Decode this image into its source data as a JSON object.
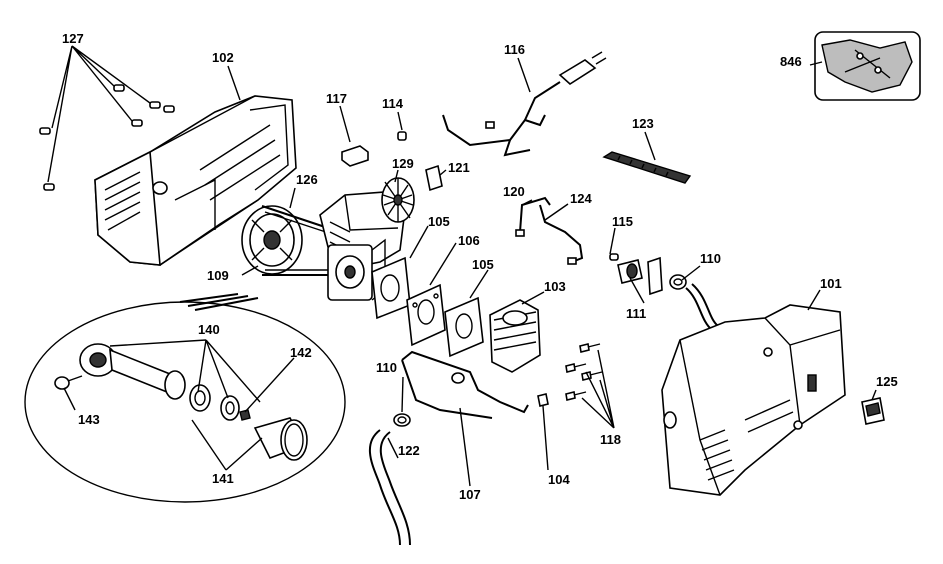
{
  "labels": {
    "p101": "101",
    "p102": "102",
    "p103": "103",
    "p104": "104",
    "p105a": "105",
    "p105b": "105",
    "p106": "106",
    "p107": "107",
    "p109": "109",
    "p110a": "110",
    "p110b": "110",
    "p111": "111",
    "p114": "114",
    "p115": "115",
    "p116": "116",
    "p117": "117",
    "p118": "118",
    "p120": "120",
    "p121": "121",
    "p122": "122",
    "p123": "123",
    "p124": "124",
    "p125": "125",
    "p126": "126",
    "p127": "127",
    "p129": "129",
    "p140": "140",
    "p141": "141",
    "p142": "142",
    "p143": "143",
    "p846": "846"
  }
}
